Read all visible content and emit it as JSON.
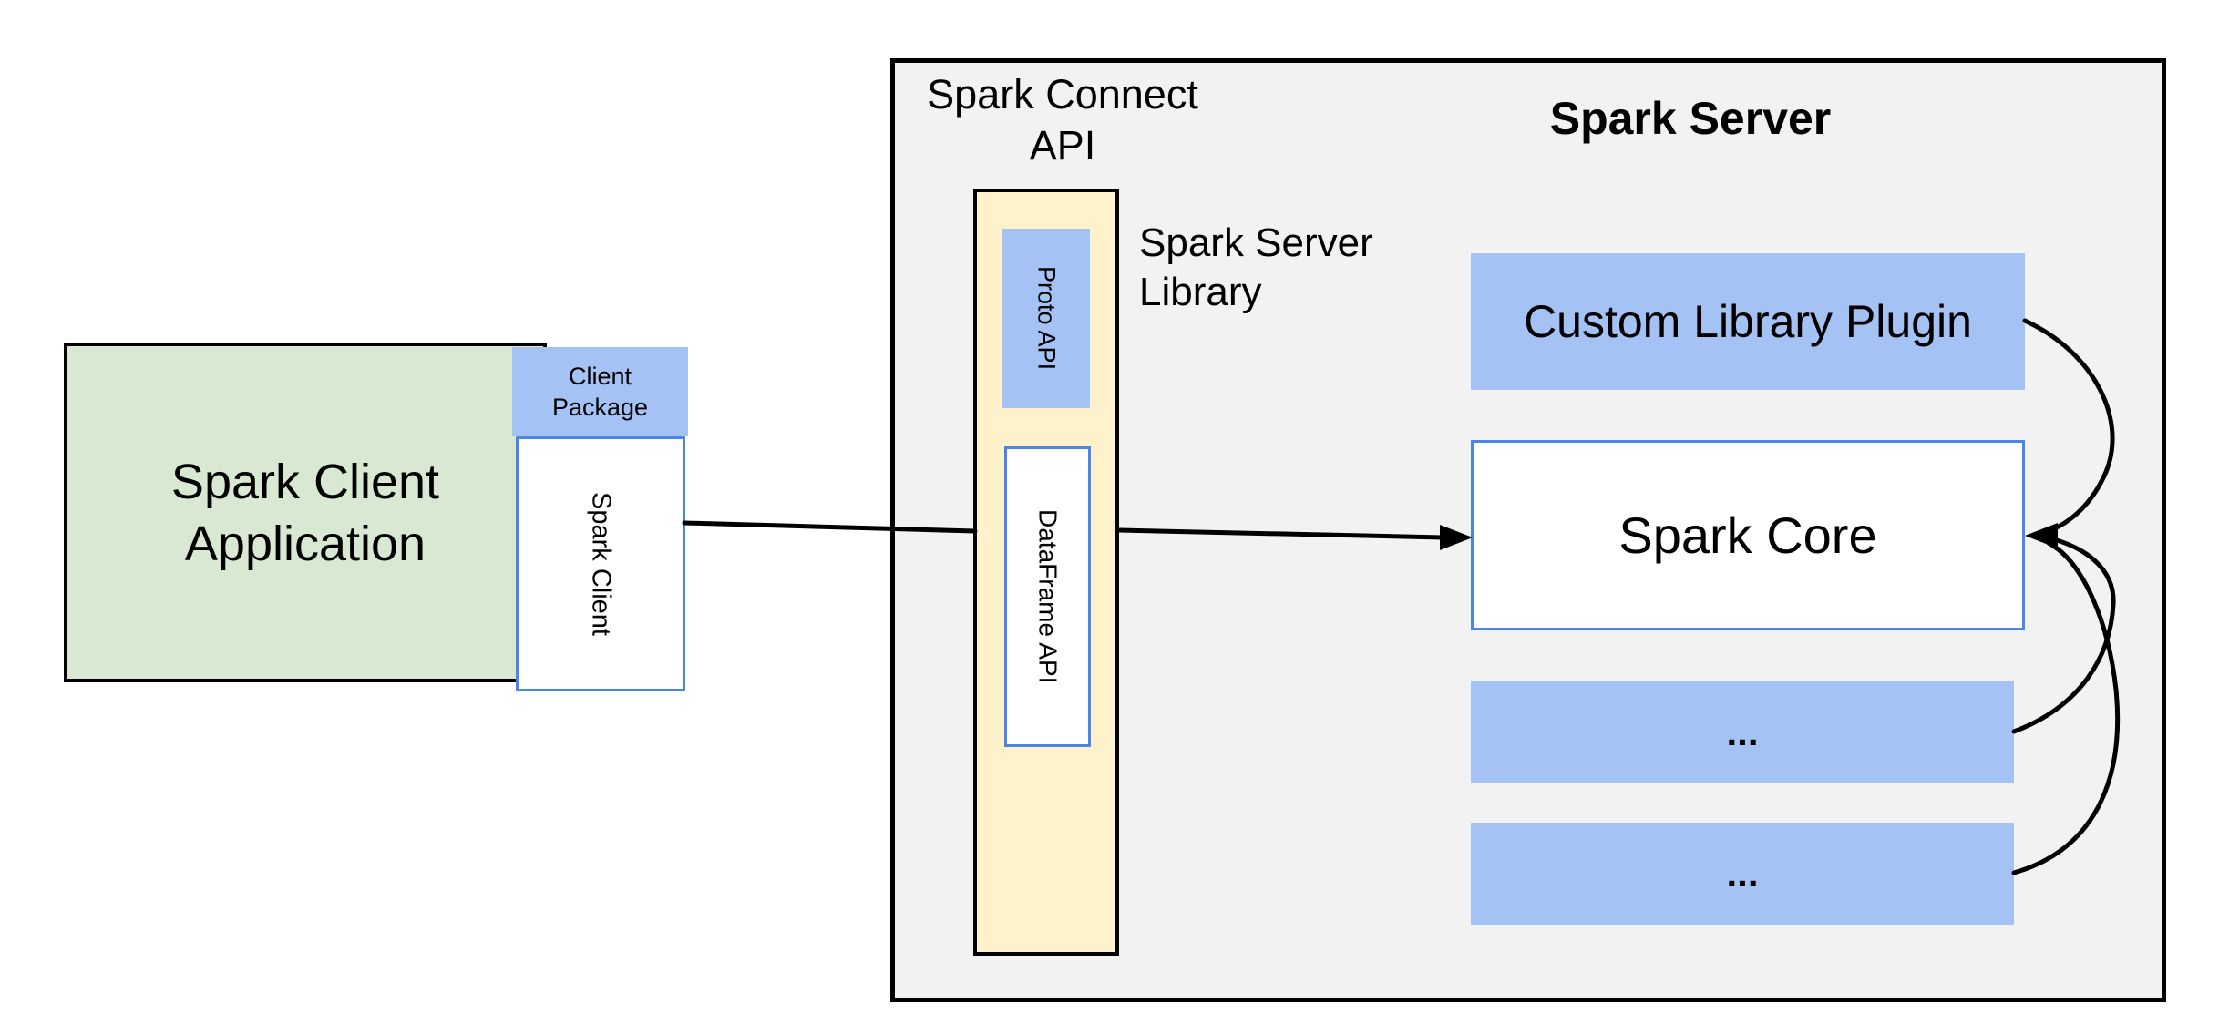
{
  "client_app": {
    "line1": "Spark Client",
    "line2": "Application"
  },
  "client_package": {
    "line1": "Client",
    "line2": "Package"
  },
  "spark_client": {
    "label": "Spark Client"
  },
  "connect_api": {
    "line1": "Spark Connect",
    "line2": "API"
  },
  "proto_api": {
    "label": "Proto API"
  },
  "dataframe_api": {
    "label": "DataFrame API"
  },
  "server_library": {
    "line1": "Spark Server",
    "line2": "Library"
  },
  "server": {
    "title": "Spark Server"
  },
  "plugin": {
    "label": "Custom Library Plugin"
  },
  "core": {
    "label": "Spark Core"
  },
  "more_1": {
    "label": "..."
  },
  "more_2": {
    "label": "..."
  },
  "colors": {
    "client_app_fill": "#d9e8d2",
    "blue_fill": "#a4c2f4",
    "blue_border": "#4a86e8",
    "connect_api_fill": "#fdf2cc",
    "server_fill": "#f2f2f2",
    "outline": "#000000",
    "arrow": "#000000"
  }
}
